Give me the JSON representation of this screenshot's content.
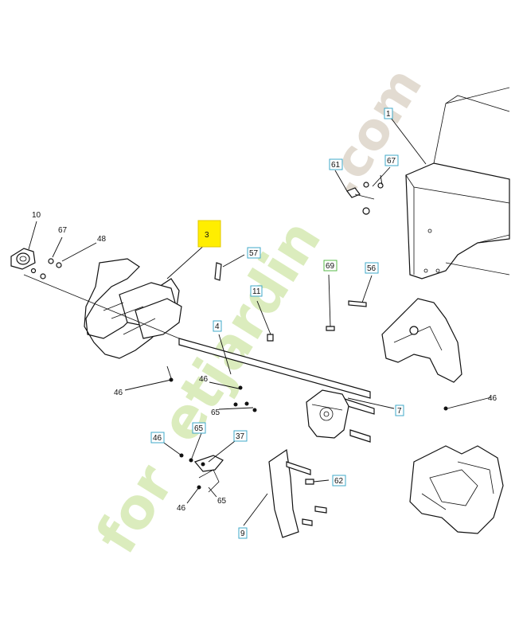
{
  "watermark": {
    "part1": "for",
    "part2": "etjardin",
    "part3": ".com"
  },
  "callouts": [
    {
      "id": "c1",
      "text": "1",
      "style": "box"
    },
    {
      "id": "c3",
      "text": "3",
      "style": "highlight"
    },
    {
      "id": "c4",
      "text": "4",
      "style": "box"
    },
    {
      "id": "c7",
      "text": "7",
      "style": "box"
    },
    {
      "id": "c9",
      "text": "9",
      "style": "box"
    },
    {
      "id": "c10",
      "text": "10",
      "style": "plain"
    },
    {
      "id": "c11",
      "text": "11",
      "style": "box"
    },
    {
      "id": "c37",
      "text": "37",
      "style": "box"
    },
    {
      "id": "c46a",
      "text": "46",
      "style": "plain"
    },
    {
      "id": "c46b",
      "text": "46",
      "style": "plain"
    },
    {
      "id": "c46c",
      "text": "46",
      "style": "box"
    },
    {
      "id": "c46d",
      "text": "46",
      "style": "plain"
    },
    {
      "id": "c46e",
      "text": "46",
      "style": "plain"
    },
    {
      "id": "c48",
      "text": "48",
      "style": "plain"
    },
    {
      "id": "c56",
      "text": "56",
      "style": "box"
    },
    {
      "id": "c57",
      "text": "57",
      "style": "box"
    },
    {
      "id": "c61",
      "text": "61",
      "style": "box"
    },
    {
      "id": "c62",
      "text": "62",
      "style": "box"
    },
    {
      "id": "c65a",
      "text": "65",
      "style": "plain"
    },
    {
      "id": "c65b",
      "text": "65",
      "style": "box"
    },
    {
      "id": "c65c",
      "text": "65",
      "style": "plain"
    },
    {
      "id": "c67a",
      "text": "67",
      "style": "box"
    },
    {
      "id": "c67b",
      "text": "67",
      "style": "plain"
    },
    {
      "id": "c69",
      "text": "69",
      "style": "green"
    }
  ]
}
